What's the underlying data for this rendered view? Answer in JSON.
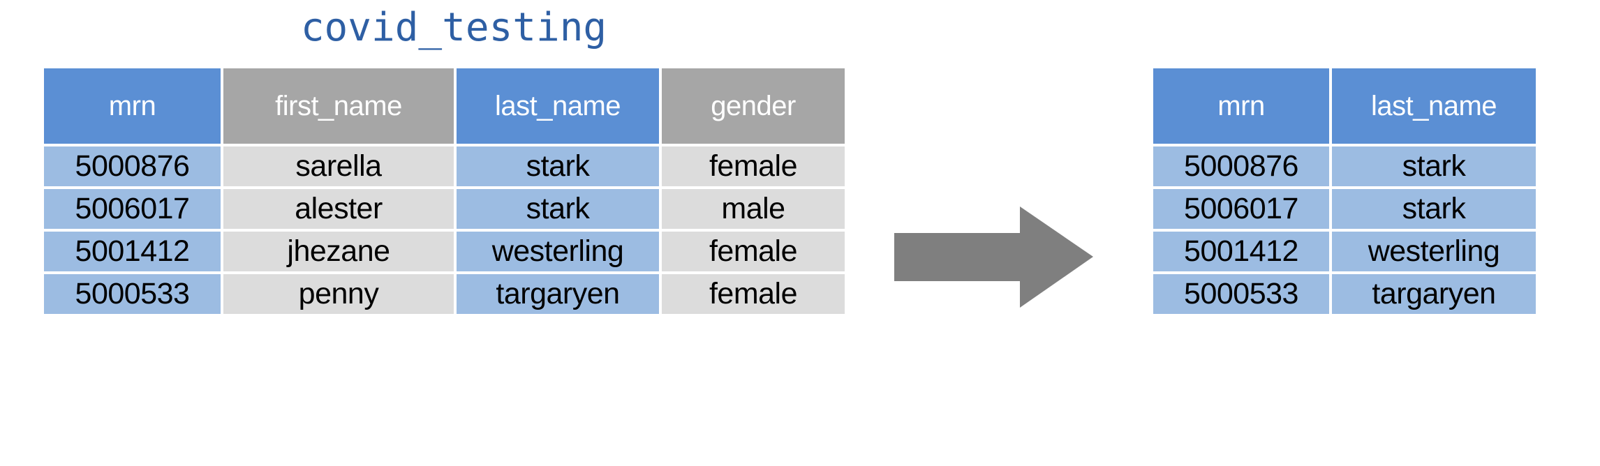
{
  "diagram": {
    "type": "column-projection",
    "title": "covid_testing",
    "title_color": "#2E5FA4",
    "arrow": {
      "icon": "right-arrow-icon",
      "direction": "right",
      "color": "#7F7F7F"
    },
    "colors": {
      "header_highlight": "#5B8FD4",
      "header_muted": "#A6A6A6",
      "cell_highlight": "#9CBCE2",
      "cell_muted": "#DCDCDC",
      "text_dark": "#000000",
      "text_light": "#FFFFFF",
      "background": "#FFFFFF"
    }
  },
  "source_table": {
    "name": "covid_testing",
    "columns": [
      {
        "label": "mrn",
        "selected": true
      },
      {
        "label": "first_name",
        "selected": false
      },
      {
        "label": "last_name",
        "selected": true
      },
      {
        "label": "gender",
        "selected": false
      }
    ],
    "rows": [
      {
        "mrn": "5000876",
        "first_name": "sarella",
        "last_name": "stark",
        "gender": "female"
      },
      {
        "mrn": "5006017",
        "first_name": "alester",
        "last_name": "stark",
        "gender": "male"
      },
      {
        "mrn": "5001412",
        "first_name": "jhezane",
        "last_name": "westerling",
        "gender": "female"
      },
      {
        "mrn": "5000533",
        "first_name": "penny",
        "last_name": "targaryen",
        "gender": "female"
      }
    ]
  },
  "result_table": {
    "columns": [
      {
        "label": "mrn",
        "selected": true
      },
      {
        "label": "last_name",
        "selected": true
      }
    ],
    "rows": [
      {
        "mrn": "5000876",
        "last_name": "stark"
      },
      {
        "mrn": "5006017",
        "last_name": "stark"
      },
      {
        "mrn": "5001412",
        "last_name": "westerling"
      },
      {
        "mrn": "5000533",
        "last_name": "targaryen"
      }
    ]
  }
}
